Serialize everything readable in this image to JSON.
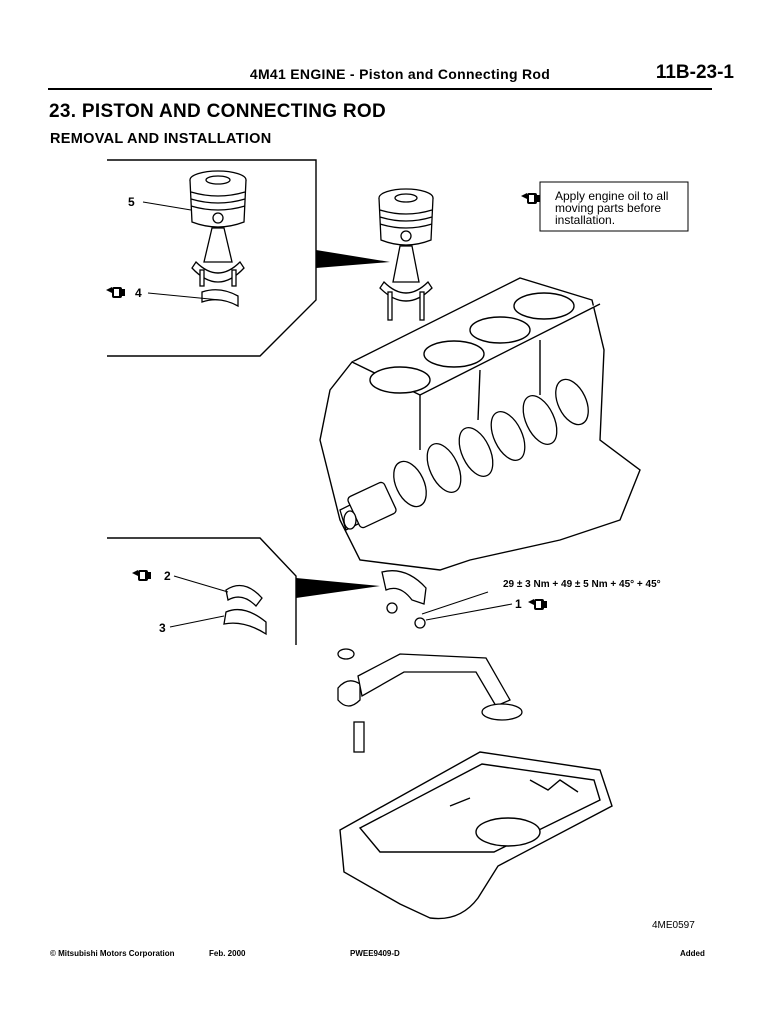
{
  "header": {
    "title": "4M41 ENGINE - Piston and Connecting Rod",
    "page_code": "11B-23-1"
  },
  "section": {
    "title": "23. PISTON AND CONNECTING ROD",
    "subtitle": "REMOVAL AND INSTALLATION"
  },
  "diagram": {
    "note_lines": [
      "Apply engine oil to all",
      "moving parts before",
      "installation."
    ],
    "callouts": [
      {
        "number": "1"
      },
      {
        "number": "2"
      },
      {
        "number": "3"
      },
      {
        "number": "4"
      },
      {
        "number": "5"
      }
    ],
    "torque_spec": "29 ± 3 Nm + 49 ± 5 Nm + 45° + 45°",
    "figure_id": "4ME0597",
    "icons": [
      "oil-can-icon"
    ]
  },
  "footer": {
    "copyright": "© Mitsubishi Motors Corporation",
    "date": "Feb. 2000",
    "doc_code": "PWEE9409-D",
    "status": "Added"
  }
}
